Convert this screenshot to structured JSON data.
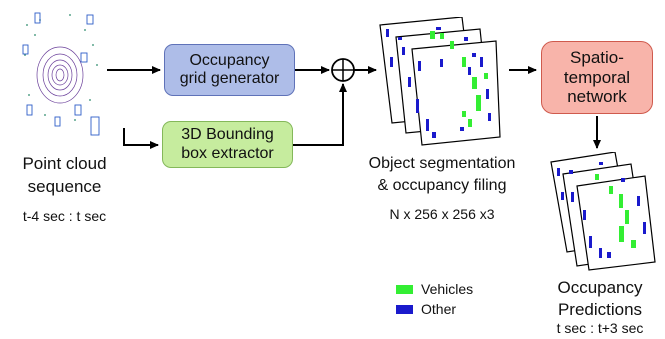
{
  "input": {
    "label": "Point cloud\nsequence",
    "time": "t-4 sec : t sec"
  },
  "occupancy_box": {
    "label": "Occupancy\ngrid generator"
  },
  "bbox_box": {
    "label": "3D Bounding\nbox extractor"
  },
  "segmentation": {
    "label": "Object segmentation\n& occupancy filing",
    "dims": "N x 256 x 256 x3"
  },
  "network_box": {
    "label": "Spatio-\ntemporal\nnetwork"
  },
  "output": {
    "label": "Occupancy\nPredictions",
    "time": "t sec : t+3 sec"
  },
  "legend": {
    "vehicles": {
      "label": "Vehicles",
      "color": "#33ee33"
    },
    "other": {
      "label": "Other",
      "color": "#1a1acc"
    }
  },
  "colors": {
    "occupancy_fill": "#aebde8",
    "bbox_fill": "#c6ec9e",
    "network_fill": "#f8b4aa",
    "arrow": "#000000"
  }
}
